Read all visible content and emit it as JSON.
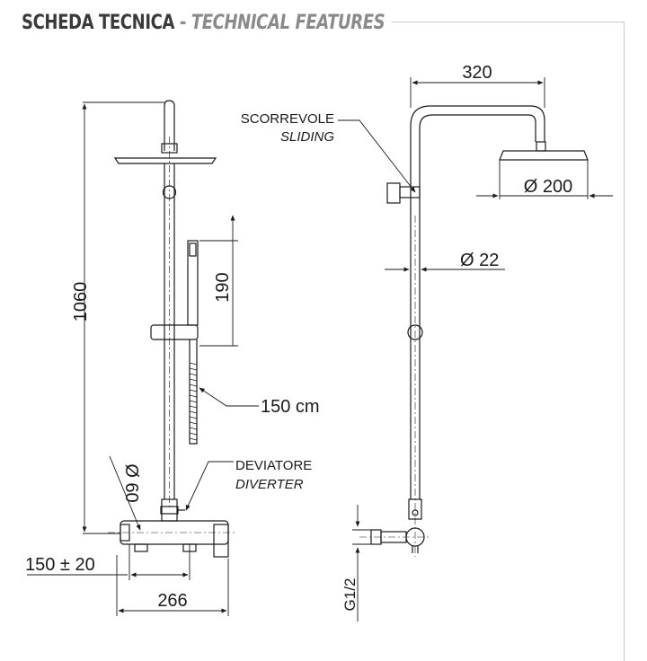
{
  "header": {
    "title_it": "SCHEDA TECNICA",
    "separator": " - ",
    "title_en": "TECHNICAL FEATURES"
  },
  "dimensions": {
    "total_height": "1060",
    "hand_shower": "190",
    "hose": "150 cm",
    "pipe_diameter": "Ø 22",
    "head_diameter": "Ø 200",
    "column_width": "320",
    "escutcheon_diameter": "Ø 60",
    "centres": "150 ± 20",
    "body_width": "266",
    "connection": "G1/2"
  },
  "labels": {
    "sliding_it": "SCORREVOLE",
    "sliding_en": "SLIDING",
    "diverter_it": "DEVIATORE",
    "diverter_en": "DIVERTER"
  },
  "colors": {
    "line": "#1a1a1a",
    "frame": "#c8c8c8",
    "header_main": "#3a3a3a",
    "header_accent": "#8a8a8a"
  }
}
